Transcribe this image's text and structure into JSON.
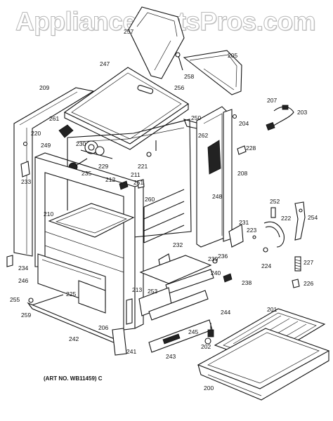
{
  "watermark": "AppliancePartsPros.com",
  "art_number": "(ART NO. WB11459) C",
  "part_labels": [
    "257",
    "247",
    "258",
    "205",
    "209",
    "256",
    "261",
    "250",
    "204",
    "207",
    "203",
    "220",
    "230",
    "262",
    "228",
    "249",
    "229",
    "221",
    "233",
    "235",
    "211",
    "208",
    "212",
    "251",
    "210",
    "260",
    "248",
    "254",
    "252",
    "231",
    "222",
    "223",
    "232",
    "236",
    "224",
    "239",
    "227",
    "234",
    "240",
    "226",
    "246",
    "225",
    "253",
    "238",
    "255",
    "213",
    "244",
    "259",
    "242",
    "206",
    "201",
    "245",
    "241",
    "243",
    "202",
    "200"
  ]
}
